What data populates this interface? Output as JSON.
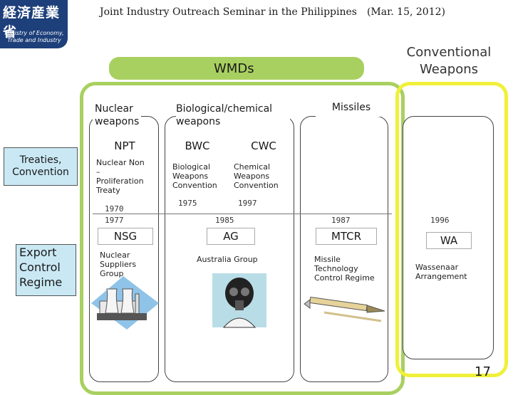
{
  "header": {
    "title": "Joint  Industry Outreach Seminar in the Philippines　(Mar. 15, 2012)"
  },
  "logo": {
    "kanji": "経済産業省",
    "en_line1": "Ministry of Economy,",
    "en_line2": "Trade and Industry"
  },
  "groups": {
    "wmds": "WMDs",
    "conventional_line1": "Conventional",
    "conventional_line2": "Weapons"
  },
  "rows": {
    "treaties": "Treaties,\nConvention",
    "export": "Export\nControl\nRegime"
  },
  "categories": {
    "nuclear": "Nuclear\nweapons",
    "biochem": "Biological/chemical\nweapons",
    "missiles": "Missiles"
  },
  "treaties": {
    "npt": {
      "abbr": "NPT",
      "name": "Nuclear Non\n–\nProliferation\nTreaty",
      "year1": "1970",
      "year2": "1977"
    },
    "bwc": {
      "abbr": "BWC",
      "name": "Biological\nWeapons\nConvention",
      "year": "1975"
    },
    "cwc": {
      "abbr": "CWC",
      "name": "Chemical\nWeapons\nConvention",
      "year": "1997"
    }
  },
  "regimes": {
    "nsg": {
      "abbr": "NSG",
      "name": "Nuclear\nSuppliers\nGroup"
    },
    "ag": {
      "abbr": "AG",
      "name": "Australia Group",
      "year": "1985"
    },
    "mtcr": {
      "abbr": "MTCR",
      "name": "Missile\nTechnology\nControl Regime",
      "year": "1987"
    },
    "wa": {
      "abbr": "WA",
      "name": "Wassenaar\nArrangement",
      "year": "1996"
    }
  },
  "page_number": "17",
  "colors": {
    "green": "#a8d060",
    "yellow": "#f0f03a",
    "row_head": "#c9e8f4",
    "logo": "#1d3f7a"
  },
  "icons": [
    "nuclear-plant-icon",
    "gas-mask-icon",
    "missile-icon"
  ]
}
